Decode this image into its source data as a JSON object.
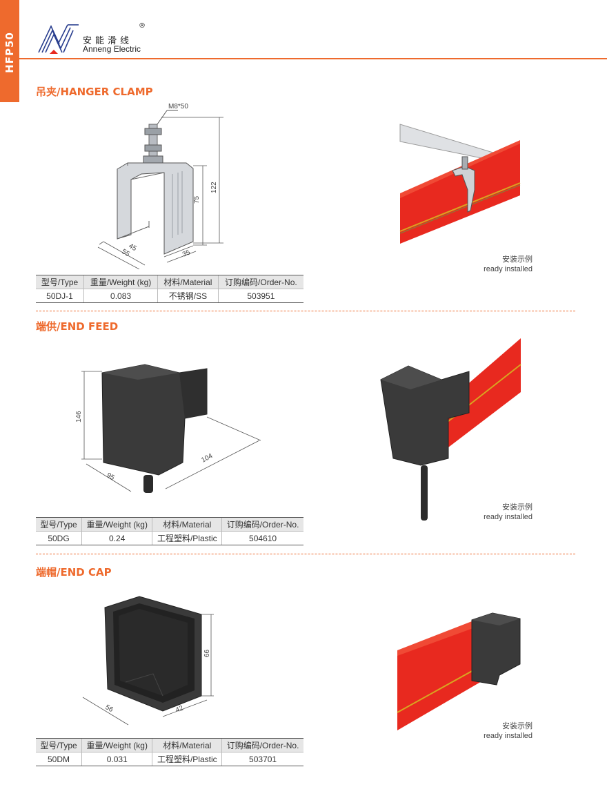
{
  "side_tab": "HFP50",
  "brand": {
    "cn": "安能滑线",
    "en": "Anneng Electric",
    "reg": "®"
  },
  "headers": [
    "型号/Type",
    "重量/Weight (kg)",
    "材料/Material",
    "订购编码/Order-No."
  ],
  "install_caption": {
    "cn": "安装示例",
    "en": "ready installed"
  },
  "sections": [
    {
      "title": "吊夹/HANGER CLAMP",
      "row": {
        "type": "50DJ-1",
        "weight": "0.083",
        "material": "不锈钢/SS",
        "order": "503951"
      },
      "dims": {
        "bolt": "M8*50",
        "height_total": "122",
        "height_inner": "75",
        "depth": "45",
        "width": "55",
        "foot": "35"
      }
    },
    {
      "title": "端供/END FEED",
      "row": {
        "type": "50DG",
        "weight": "0.24",
        "material": "工程塑料/Plastic",
        "order": "504610"
      },
      "dims": {
        "height": "146",
        "width": "95",
        "length": "104"
      }
    },
    {
      "title": "端帽/END CAP",
      "row": {
        "type": "50DM",
        "weight": "0.031",
        "material": "工程塑料/Plastic",
        "order": "503701"
      },
      "dims": {
        "height": "66",
        "width": "56",
        "depth": "42"
      }
    }
  ],
  "colors": {
    "accent": "#ee6a2d",
    "rail": "#e8291f",
    "housing": "#3a3a3a"
  }
}
